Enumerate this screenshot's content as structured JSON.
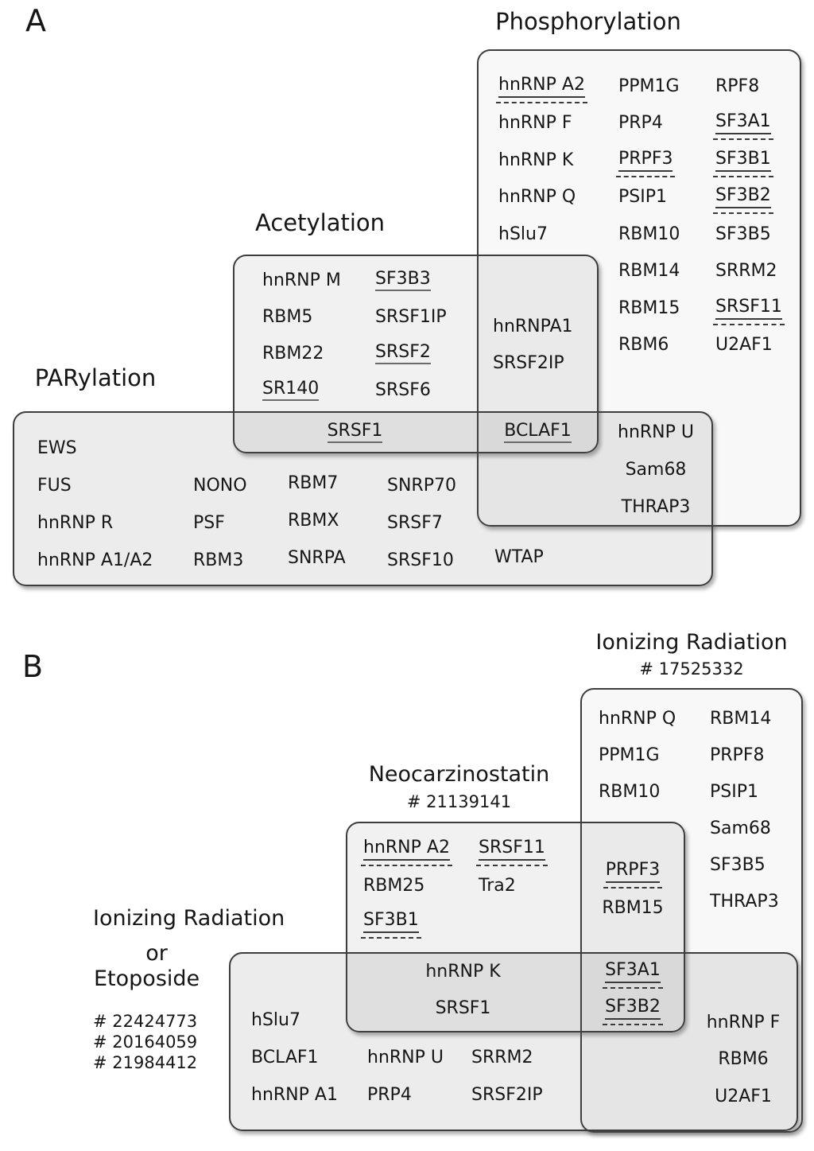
{
  "colors": {
    "box_border": "#3d3d3d",
    "text": "#161616",
    "underline_solid": "#6a6a6a",
    "underline_dashed": "#3a3a3a"
  },
  "panelA": {
    "label": "A",
    "phosphorylation": {
      "title": "Phosphorylation",
      "col1": [
        {
          "t": "hnRNP A2",
          "u": "sd"
        },
        {
          "t": "hnRNP F"
        },
        {
          "t": "hnRNP K"
        },
        {
          "t": "hnRNP Q"
        },
        {
          "t": "hSlu7"
        }
      ],
      "col2": [
        {
          "t": "PPM1G"
        },
        {
          "t": "PRP4"
        },
        {
          "t": "PRPF3",
          "u": "sd"
        },
        {
          "t": "PSIP1"
        },
        {
          "t": "RBM10"
        },
        {
          "t": "RBM14"
        },
        {
          "t": "RBM15"
        },
        {
          "t": "RBM6"
        }
      ],
      "col3": [
        {
          "t": "RPF8"
        },
        {
          "t": "SF3A1",
          "u": "sd"
        },
        {
          "t": "SF3B1",
          "u": "sd"
        },
        {
          "t": "SF3B2",
          "u": "sd"
        },
        {
          "t": "SF3B5"
        },
        {
          "t": "SRRM2"
        },
        {
          "t": "SRSF11",
          "u": "sd"
        },
        {
          "t": "U2AF1"
        }
      ]
    },
    "acetylation": {
      "title": "Acetylation",
      "col1": [
        {
          "t": "hnRNP M"
        },
        {
          "t": "RBM5"
        },
        {
          "t": "RBM22"
        },
        {
          "t": "SR140",
          "u": "s"
        }
      ],
      "col2": [
        {
          "t": "SF3B3",
          "u": "s"
        },
        {
          "t": "SRSF1IP"
        },
        {
          "t": "SRSF2",
          "u": "s"
        },
        {
          "t": "SRSF6"
        }
      ]
    },
    "parylation": {
      "title": "PARylation",
      "col1": [
        {
          "t": "EWS"
        },
        {
          "t": "FUS"
        },
        {
          "t": "hnRNP R"
        },
        {
          "t": "hnRNP A1/A2"
        }
      ],
      "col2": [
        {
          "t": "NONO"
        },
        {
          "t": "PSF"
        },
        {
          "t": "RBM3"
        }
      ],
      "col3": [
        {
          "t": "RBM7"
        },
        {
          "t": "RBMX"
        },
        {
          "t": "SNRPA"
        }
      ],
      "col4": [
        {
          "t": "SNRP70"
        },
        {
          "t": "SRSF7"
        },
        {
          "t": "SRSF10"
        }
      ],
      "extra": [
        {
          "t": "WTAP"
        }
      ]
    },
    "overlaps": {
      "acetyl_phos": [
        {
          "t": "hnRNPA1"
        },
        {
          "t": "SRSF2IP"
        }
      ],
      "acetyl_par": [
        {
          "t": "SRSF1",
          "u": "s"
        }
      ],
      "triple": [
        {
          "t": "BCLAF1",
          "u": "s"
        }
      ],
      "phos_par": [
        {
          "t": "hnRNP U"
        },
        {
          "t": "Sam68"
        },
        {
          "t": "THRAP3"
        }
      ]
    }
  },
  "panelB": {
    "label": "B",
    "ionizing_radiation": {
      "title": "Ionizing Radiation",
      "ref": "# 17525332",
      "col1": [
        {
          "t": "hnRNP Q"
        },
        {
          "t": "PPM1G"
        },
        {
          "t": "RBM10"
        }
      ],
      "col2": [
        {
          "t": "RBM14"
        },
        {
          "t": "PRPF8"
        },
        {
          "t": "PSIP1"
        },
        {
          "t": "Sam68"
        },
        {
          "t": "SF3B5"
        },
        {
          "t": "THRAP3"
        }
      ]
    },
    "neocarzinostatin": {
      "title": "Neocarzinostatin",
      "ref": "# 21139141",
      "col1": [
        {
          "t": "hnRNP A2",
          "u": "sd"
        },
        {
          "t": "RBM25"
        },
        {
          "t": "SF3B1",
          "u": "sd"
        }
      ],
      "col2": [
        {
          "t": "SRSF11",
          "u": "sd"
        },
        {
          "t": "Tra2"
        }
      ]
    },
    "ir_etoposide": {
      "title_line1": "Ionizing Radiation",
      "title_line2": "or",
      "title_line3": "Etoposide",
      "refs": [
        {
          "t": "# 22424773"
        },
        {
          "t": "# 20164059"
        },
        {
          "t": "# 21984412"
        }
      ],
      "col1": [
        {
          "t": "hSlu7"
        },
        {
          "t": "BCLAF1"
        },
        {
          "t": "hnRNP A1"
        }
      ],
      "col2": [
        {
          "t": "hnRNP U"
        },
        {
          "t": "PRP4"
        }
      ],
      "col3": [
        {
          "t": "SRRM2"
        },
        {
          "t": "SRSF2IP"
        }
      ]
    },
    "overlaps": {
      "ncs_ir": [
        {
          "t": "PRPF3",
          "u": "sd"
        },
        {
          "t": "RBM15"
        }
      ],
      "ncs_etop": [
        {
          "t": "hnRNP K"
        },
        {
          "t": "SRSF1"
        }
      ],
      "triple": [
        {
          "t": "SF3A1",
          "u": "sd"
        },
        {
          "t": "SF3B2",
          "u": "sd"
        }
      ],
      "ir_etop": [
        {
          "t": "hnRNP F"
        },
        {
          "t": "RBM6"
        },
        {
          "t": "U2AF1"
        }
      ]
    }
  }
}
